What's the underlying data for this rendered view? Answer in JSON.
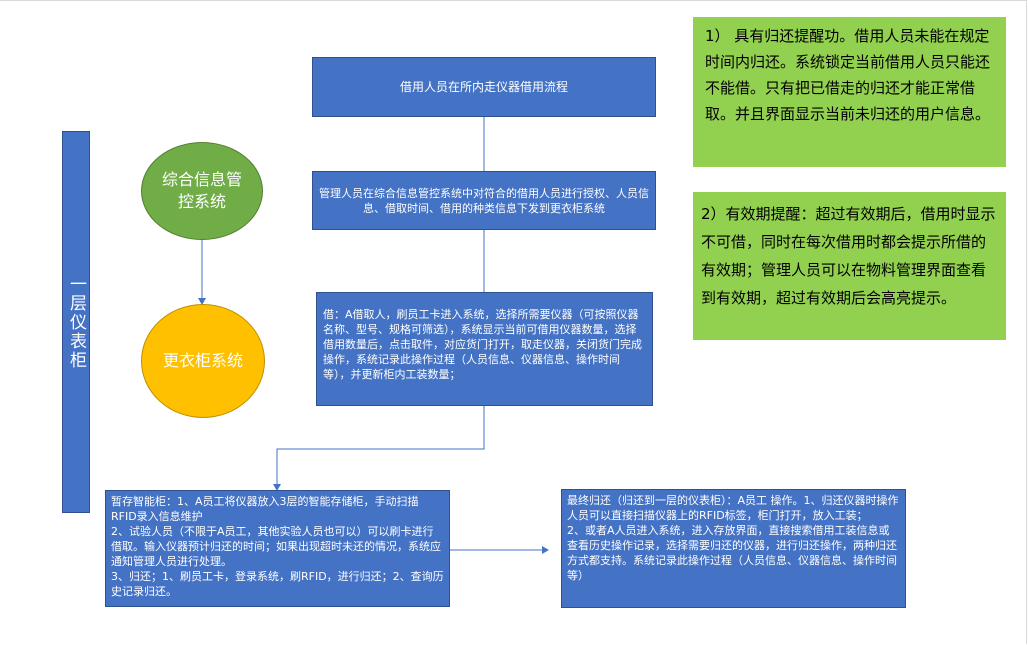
{
  "flow": {
    "title": "借用人员在所内走仪器借用流程",
    "authorize": "管理人员在综合信息管控系统中对符合的借用人员进行授权、人员信息、借取时间、借用的种类信息下发到更衣柜系统",
    "borrow": "借：A借取人，刷员工卡进入系统，选择所需要仪器（可按照仪器名称、型号、规格可筛选），系统显示当前可借用仪器数量，选择借用数量后，点击取件，对应货门打开，取走仪器，关闭货门完成操作，系统记录此操作过程（人员信息、仪器信息、操作时间等），并更新柜内工装数量；",
    "temp_storage": [
      "暂存智能柜：1、A员工将仪器放入3层的智能存储柜，手动扫描RFID录入信息维护",
      "2、试验人员（不限于A员工，其他实验人员也可以）可以刷卡进行借取。输入仪器预计归还的时间；如果出现超时未还的情况，系统应通知管理人员进行处理。",
      "3、归还；1、刷员工卡，登录系统，刷RFID，进行归还；2、查询历史记录归还。"
    ],
    "final_return": [
      "最终归还（归还到一层的仪表柜）：A员工 操作。1、归还仪器时操作人员可以直接扫描仪器上的RFID标签，柜门打开，放入工装；",
      "2、或者A人员进入系统，进入存放界面，直接搜索借用工装信息或查看历史操作记录，选择需要归还的仪器，进行归还操作，两种归还方式都支持。系统记录此操作过程（人员信息、仪器信息、操作时间等）"
    ]
  },
  "side": {
    "cabinet_label": "一层仪表柜",
    "system_a": "综合信息管控系统",
    "system_b": "更衣柜系统"
  },
  "notes": {
    "note1": "1） 具有归还提醒功。借用人员未能在规定时间内归还。系统锁定当前借用人员只能还不能借。只有把已借走的归还才能正常借取。并且界面显示当前未归还的用户信息。",
    "note2": "2）有效期提醒：超过有效期后，借用时显示不可借，同时在每次借用时都会提示所借的有效期；管理人员可以在物料管理界面查看到有效期，超过有效期后会高亮提示。"
  },
  "colors": {
    "box_blue": "#4472c4",
    "circle_green": "#70ad47",
    "circle_orange": "#ffc000",
    "note_green": "#92d050"
  }
}
